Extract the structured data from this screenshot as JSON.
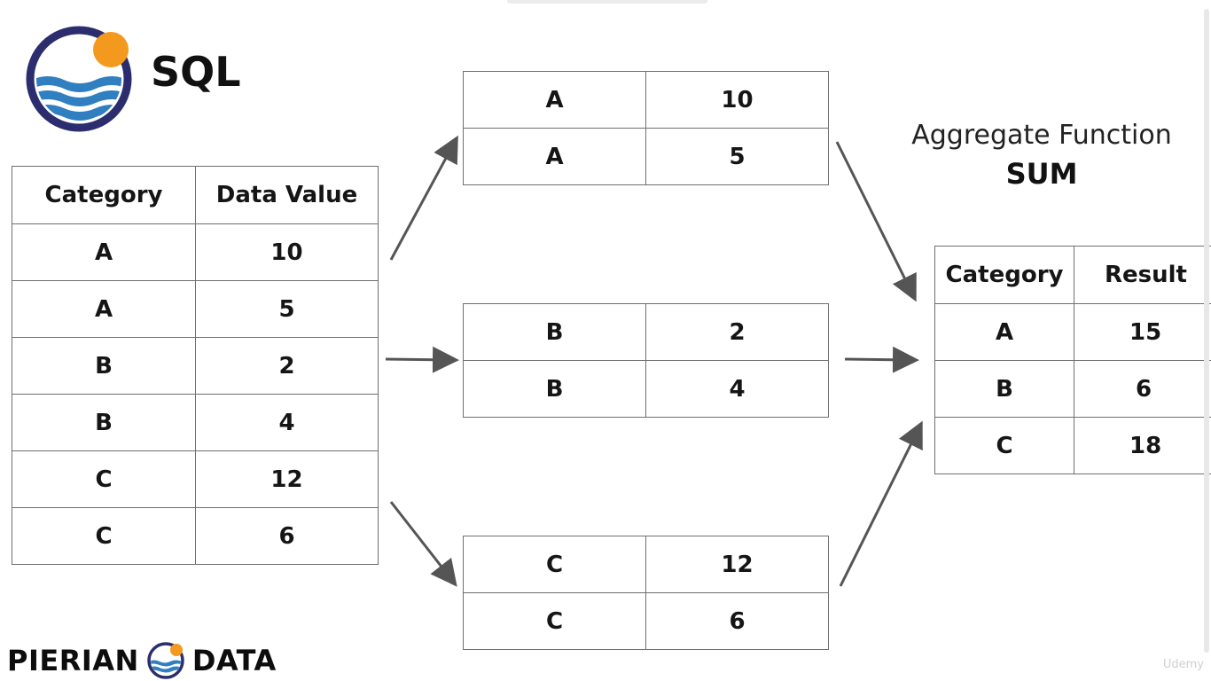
{
  "header": {
    "title": "SQL"
  },
  "source_table": {
    "headers": [
      "Category",
      "Data Value"
    ],
    "rows": [
      [
        "A",
        "10"
      ],
      [
        "A",
        "5"
      ],
      [
        "B",
        "2"
      ],
      [
        "B",
        "4"
      ],
      [
        "C",
        "12"
      ],
      [
        "C",
        "6"
      ]
    ]
  },
  "groups": [
    {
      "rows": [
        [
          "A",
          "10"
        ],
        [
          "A",
          "5"
        ]
      ]
    },
    {
      "rows": [
        [
          "B",
          "2"
        ],
        [
          "B",
          "4"
        ]
      ]
    },
    {
      "rows": [
        [
          "C",
          "12"
        ],
        [
          "C",
          "6"
        ]
      ]
    }
  ],
  "aggregate": {
    "title": "Aggregate Function",
    "function": "SUM"
  },
  "result_table": {
    "headers": [
      "Category",
      "Result"
    ],
    "rows": [
      [
        "A",
        "15"
      ],
      [
        "B",
        "6"
      ],
      [
        "C",
        "18"
      ]
    ]
  },
  "footer": {
    "brand_left": "PIERIAN",
    "brand_right": "DATA",
    "watermark": "Udemy"
  },
  "colors": {
    "logo_ring": "#2b2d6e",
    "logo_sun": "#f39a1e",
    "logo_waves": "#2f7fc1",
    "arrow": "#555555",
    "border": "#6f6f6f"
  }
}
